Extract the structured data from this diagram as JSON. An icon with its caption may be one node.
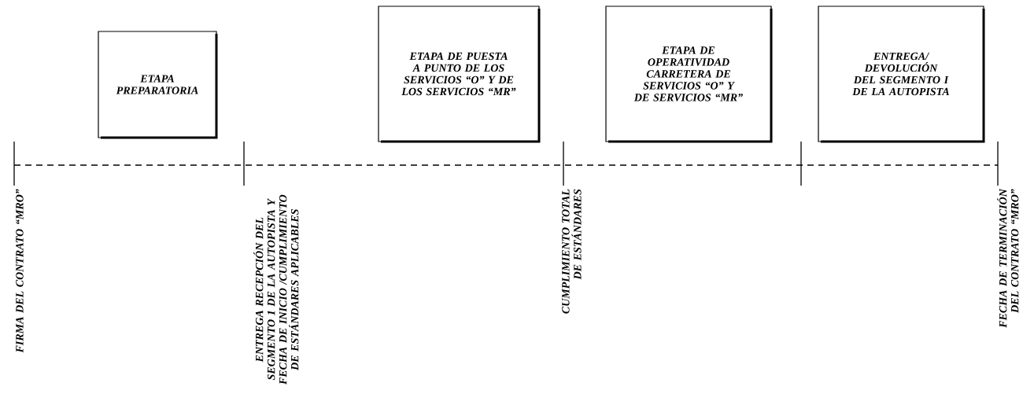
{
  "diagram": {
    "nodes": [
      {
        "text": [
          "ETAPA PREPARATORIA"
        ]
      },
      {
        "text": [
          "ETAPA DE PUESTA A PUNTO DE LOS SERVICIOS “O” Y DE LOS SERVICIOS “MR”"
        ]
      },
      {
        "text": [
          "ETAPA DE OPERATIVIDAD CARRETERA DE SERVICIOS “O” Y DE SERVICIOS “MR”"
        ]
      },
      {
        "text": [
          "ENTREGA/ DEVOLUCIÓN DEL SEGMENTO I DE LA AUTOPISTA"
        ]
      }
    ],
    "labels": [
      "FIRMA DEL CONTRATO “MRO”",
      "ENTREGA RECEPCIÓN DEL SEGMENTO 1 DE LA AUTOPISTA Y FECHA DE INICIO /CUMPLIMIENTO DE ESTÁNDARES APLICABLES",
      "CUMPLIMIENTO TOTAL DE ESTÁNDARES",
      "FECHA DE TERMINACIÓN DEL CONTRATO “MRO”"
    ]
  }
}
